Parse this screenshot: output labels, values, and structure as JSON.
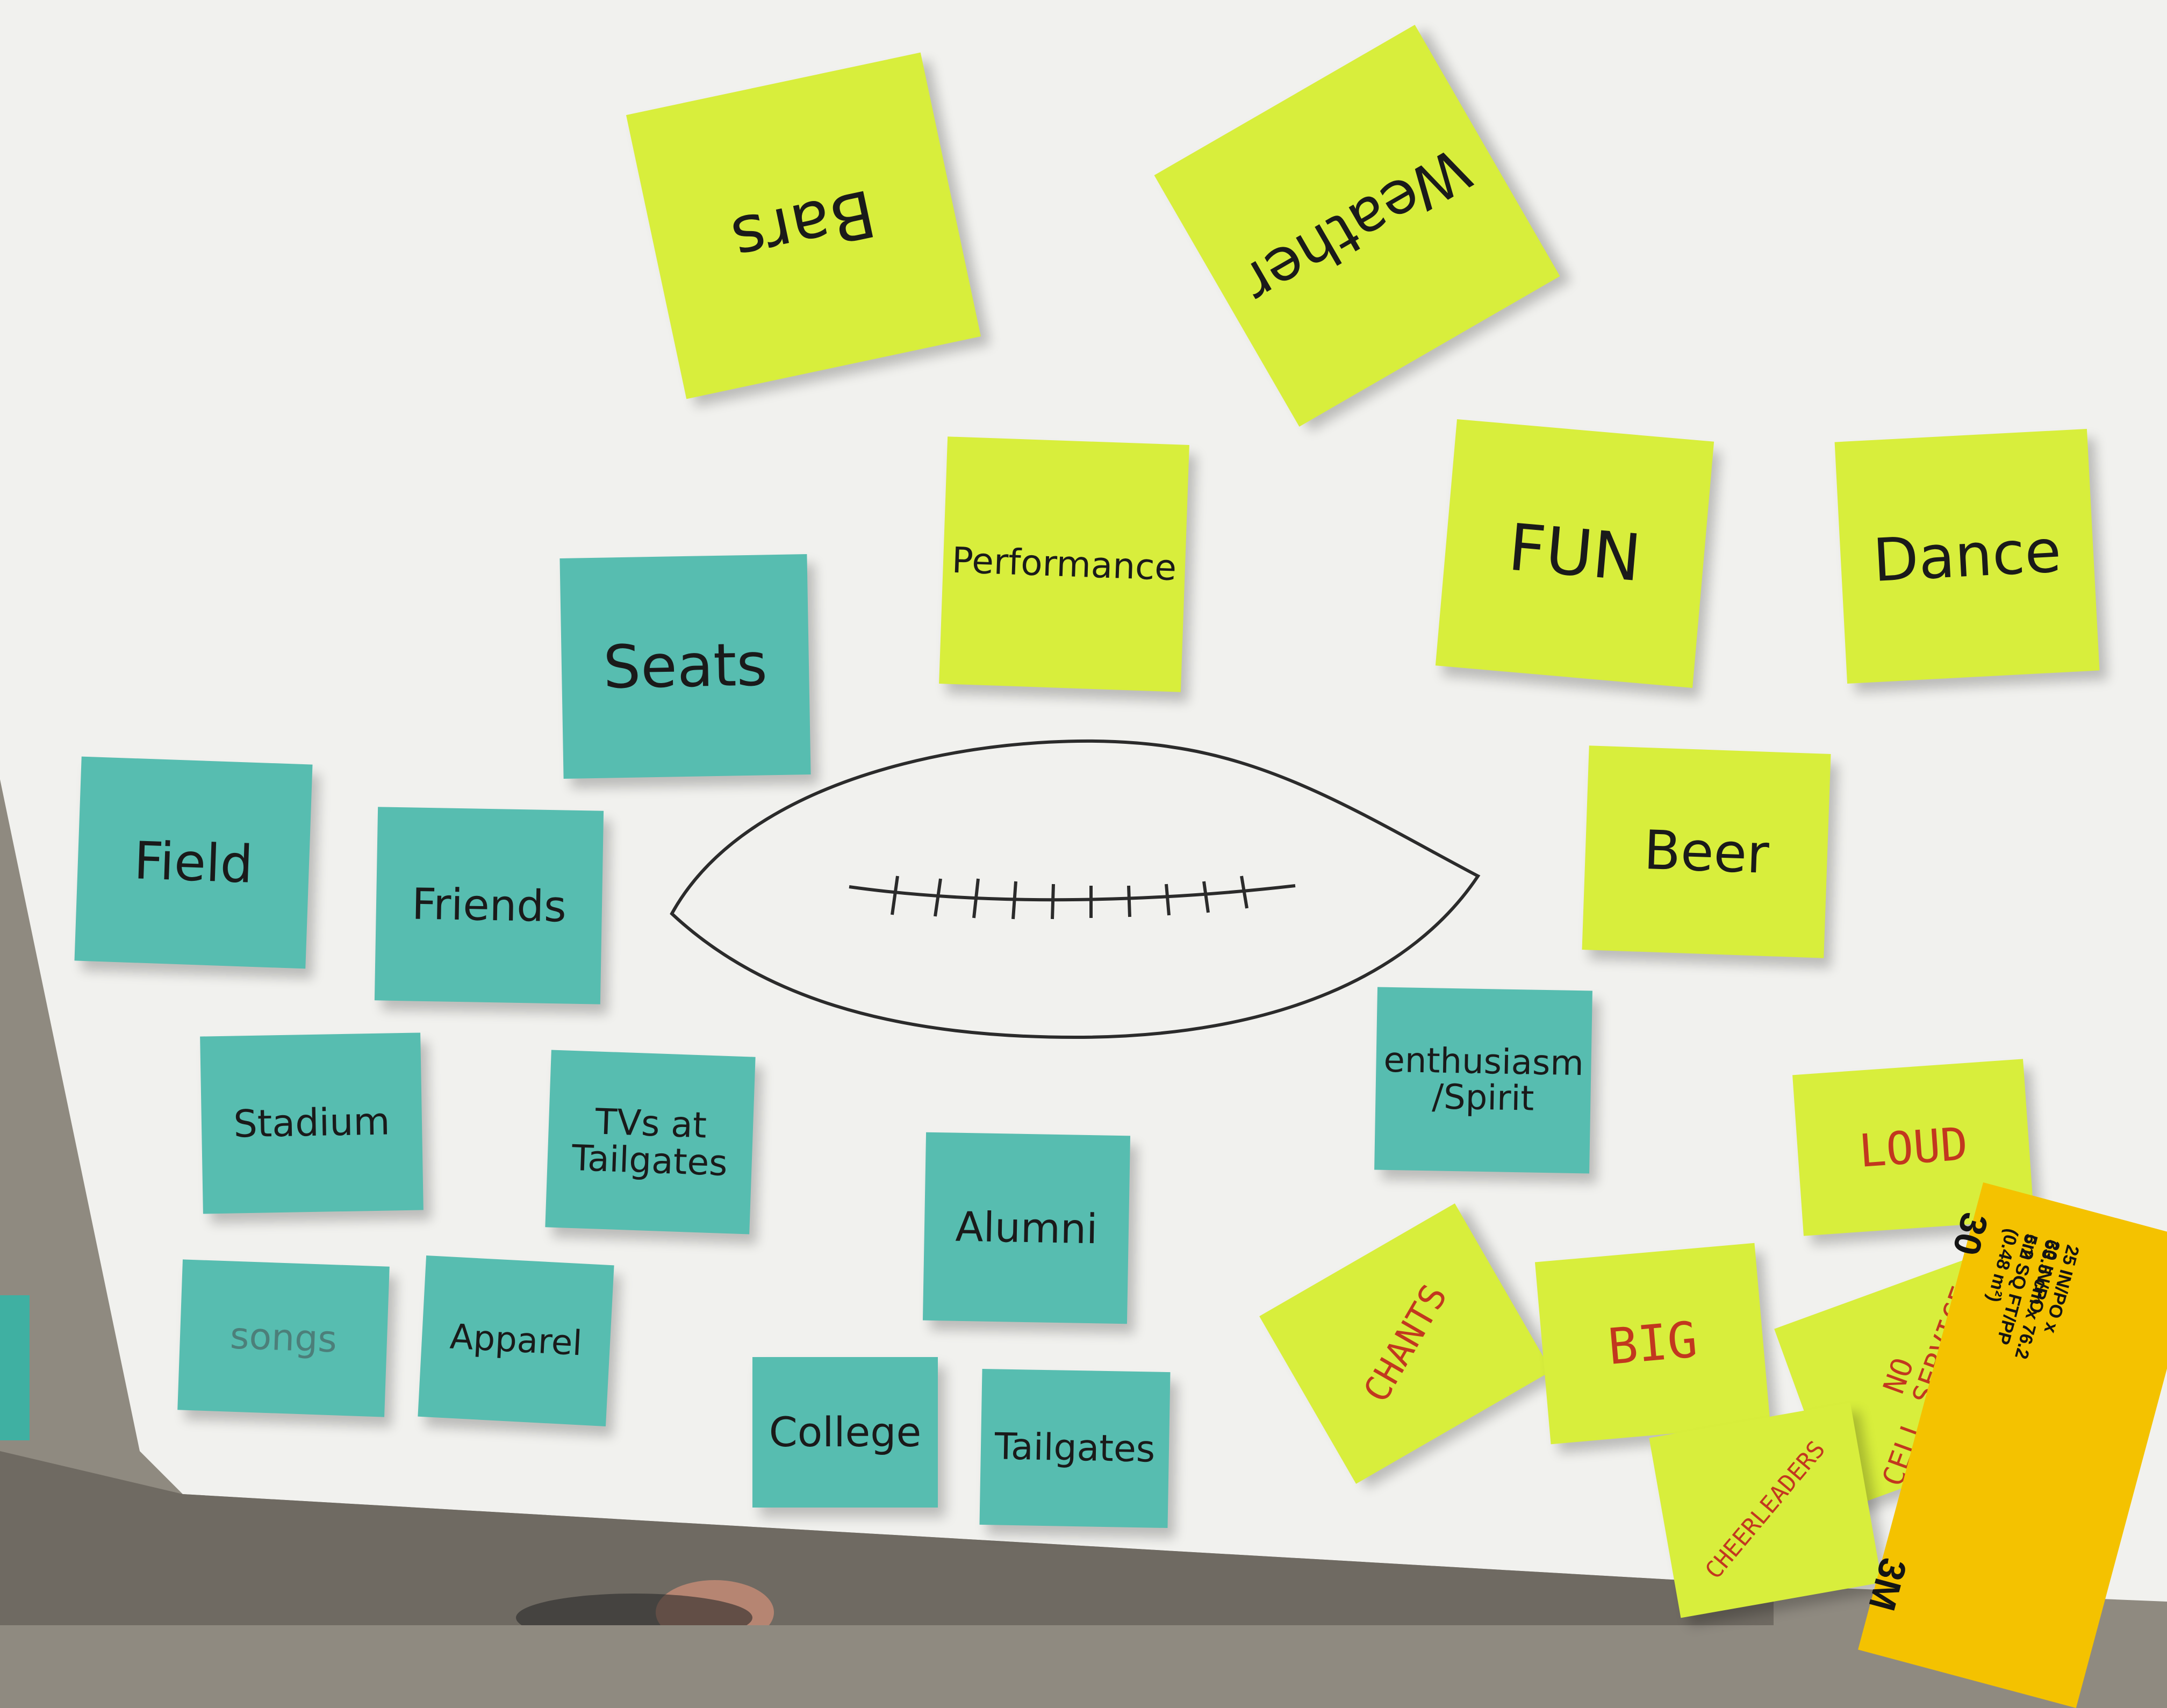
{
  "notes": {
    "bars": "Bars",
    "weather": "Weather",
    "performance": "Performance",
    "fun": "FUN",
    "dance": "Dance",
    "seats": "Seats",
    "field": "Field",
    "friends": "Friends",
    "beer": "Beer",
    "stadium": "Stadium",
    "tvs_at_tailgates": "TVs at\nTailgates",
    "enthusiasm_spirit": "enthusiasm\n/Spirit",
    "loud": "LOUD",
    "alumni": "Alumni",
    "chants": "CHANTS",
    "big": "BIG",
    "no_cell_service": "NO\nCELL SERVICE",
    "songs": "songs",
    "apparel": "Apparel",
    "college": "College",
    "tailgates": "Tailgates",
    "cheerleaders": "CHEERLEADERS"
  },
  "box": {
    "count": "30",
    "line1": "25 IN/PO x 30 IN/PO",
    "line2": "63.5 cm x 76.2 cm",
    "line3": "5.2 SQ FT/PP (0.48 m²)",
    "brand": "3M"
  },
  "colors": {
    "yellow_note": "#d8ee3c",
    "teal_note": "#57bdb0",
    "red_ink": "#c2371f",
    "paper": "#f1f1ee"
  }
}
